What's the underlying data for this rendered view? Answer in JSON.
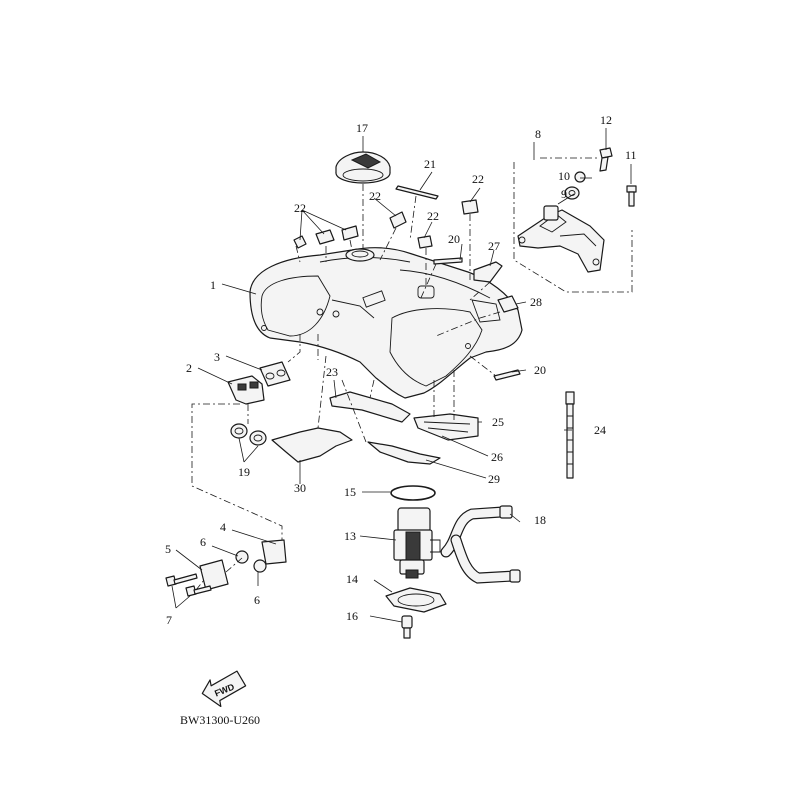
{
  "diagram_code": "BW31300-U260",
  "direction_label": "FWD",
  "callouts": [
    {
      "id": "c1",
      "text": "1"
    },
    {
      "id": "c2",
      "text": "2"
    },
    {
      "id": "c3",
      "text": "3"
    },
    {
      "id": "c4",
      "text": "4"
    },
    {
      "id": "c5",
      "text": "5"
    },
    {
      "id": "c6a",
      "text": "6"
    },
    {
      "id": "c6b",
      "text": "6"
    },
    {
      "id": "c7",
      "text": "7"
    },
    {
      "id": "c8",
      "text": "8"
    },
    {
      "id": "c9",
      "text": "9"
    },
    {
      "id": "c10",
      "text": "10"
    },
    {
      "id": "c11",
      "text": "11"
    },
    {
      "id": "c12",
      "text": "12"
    },
    {
      "id": "c13",
      "text": "13"
    },
    {
      "id": "c14",
      "text": "14"
    },
    {
      "id": "c15",
      "text": "15"
    },
    {
      "id": "c16",
      "text": "16"
    },
    {
      "id": "c17",
      "text": "17"
    },
    {
      "id": "c18",
      "text": "18"
    },
    {
      "id": "c19",
      "text": "19"
    },
    {
      "id": "c20a",
      "text": "20"
    },
    {
      "id": "c20b",
      "text": "20"
    },
    {
      "id": "c21",
      "text": "21"
    },
    {
      "id": "c22a",
      "text": "22"
    },
    {
      "id": "c22b",
      "text": "22"
    },
    {
      "id": "c22c",
      "text": "22"
    },
    {
      "id": "c22d",
      "text": "22"
    },
    {
      "id": "c23",
      "text": "23"
    },
    {
      "id": "c24",
      "text": "24"
    },
    {
      "id": "c25",
      "text": "25"
    },
    {
      "id": "c26",
      "text": "26"
    },
    {
      "id": "c27",
      "text": "27"
    },
    {
      "id": "c28",
      "text": "28"
    },
    {
      "id": "c29",
      "text": "29"
    },
    {
      "id": "c30",
      "text": "30"
    }
  ]
}
